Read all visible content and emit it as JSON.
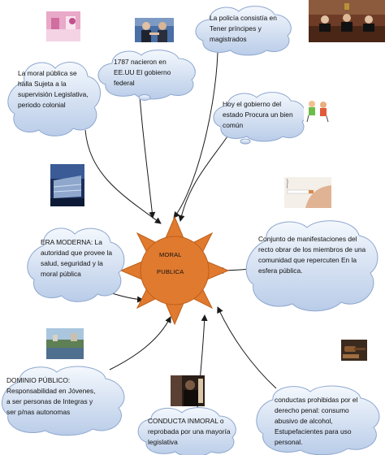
{
  "center": {
    "line1": "MORAL",
    "line2": "PUBLICA"
  },
  "nodes": {
    "colonial": "La moral pública  se halla Sujeta a la supervisión Legislativa, periodo colonial",
    "federal": "1787 nacieron en EE.UU El gobierno federal",
    "magistrados": "La policía consistía en Tener príncipes y magistrados",
    "bien_comun": "Hoy el gobierno del estado   Procura un bien común",
    "era_moderna": "ERA MODERNA: La autoridad que provee la salud, seguridad y la moral pública",
    "conjunto": "Conjunto  de  manifestaciones del recto obrar   de  los miembros   de  una comunidad que repercuten  En la esfera pública.",
    "dominio": "DOMINIO PÚBLICO: Responsabilidad   en Jóvenes, a ser personas de Integras y ser p/nas autonomas",
    "inmoral": "CONDUCTA  INMORAL o reprobada   por una mayoría  legislativa",
    "prohibidas": "conductas  prohibidas por el derecho penal: consumo abusivo de alcohol, Estupefacientes  para uso personal."
  },
  "colors": {
    "cloud_fill_top": "#f4f8fd",
    "cloud_fill_bottom": "#b9cce8",
    "cloud_stroke": "#8ea7cf",
    "sun_fill": "#e07a2f",
    "sun_stroke": "#bd5f1a",
    "arrow": "#1a1a1a"
  },
  "photos": [
    "pink-room-photo",
    "handshake-photo",
    "judges-panel-photo",
    "children-playing-illustration",
    "building-night-photo",
    "cigarette-hand-photo",
    "waterfront-photo",
    "gavel-photo",
    "dark-figure-photo"
  ]
}
